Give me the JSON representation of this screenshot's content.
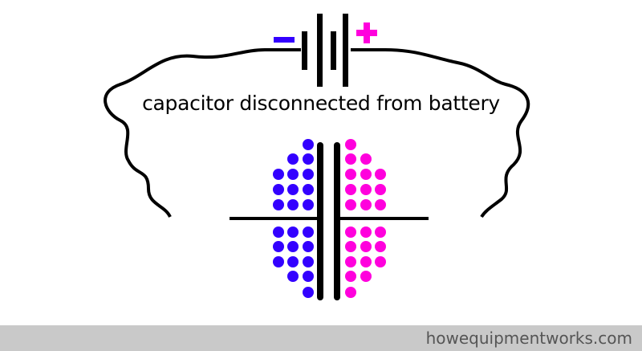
{
  "caption": "capacitor disconnected from battery",
  "battery": {
    "negative_label": "−",
    "positive_label": "+"
  },
  "footer": {
    "site": "howequipmentworks.com"
  },
  "colors": {
    "negative": "#3300ff",
    "positive": "#ff00dd",
    "wire": "#000000",
    "footer_bg": "#c9c9c9"
  },
  "charges": {
    "negative_rows": [
      [
        0,
        0,
        1
      ],
      [
        0,
        1,
        1
      ],
      [
        1,
        1,
        1
      ],
      [
        1,
        1,
        1
      ],
      [
        1,
        1,
        1
      ],
      [
        1,
        1,
        1
      ],
      [
        1,
        1,
        1
      ],
      [
        1,
        1,
        1
      ],
      [
        0,
        1,
        1
      ],
      [
        0,
        0,
        1
      ]
    ],
    "positive_rows": [
      [
        1,
        0,
        0
      ],
      [
        1,
        1,
        0
      ],
      [
        1,
        1,
        1
      ],
      [
        1,
        1,
        1
      ],
      [
        1,
        1,
        1
      ],
      [
        1,
        1,
        1
      ],
      [
        1,
        1,
        1
      ],
      [
        1,
        1,
        1
      ],
      [
        1,
        1,
        0
      ],
      [
        1,
        0,
        0
      ]
    ]
  }
}
